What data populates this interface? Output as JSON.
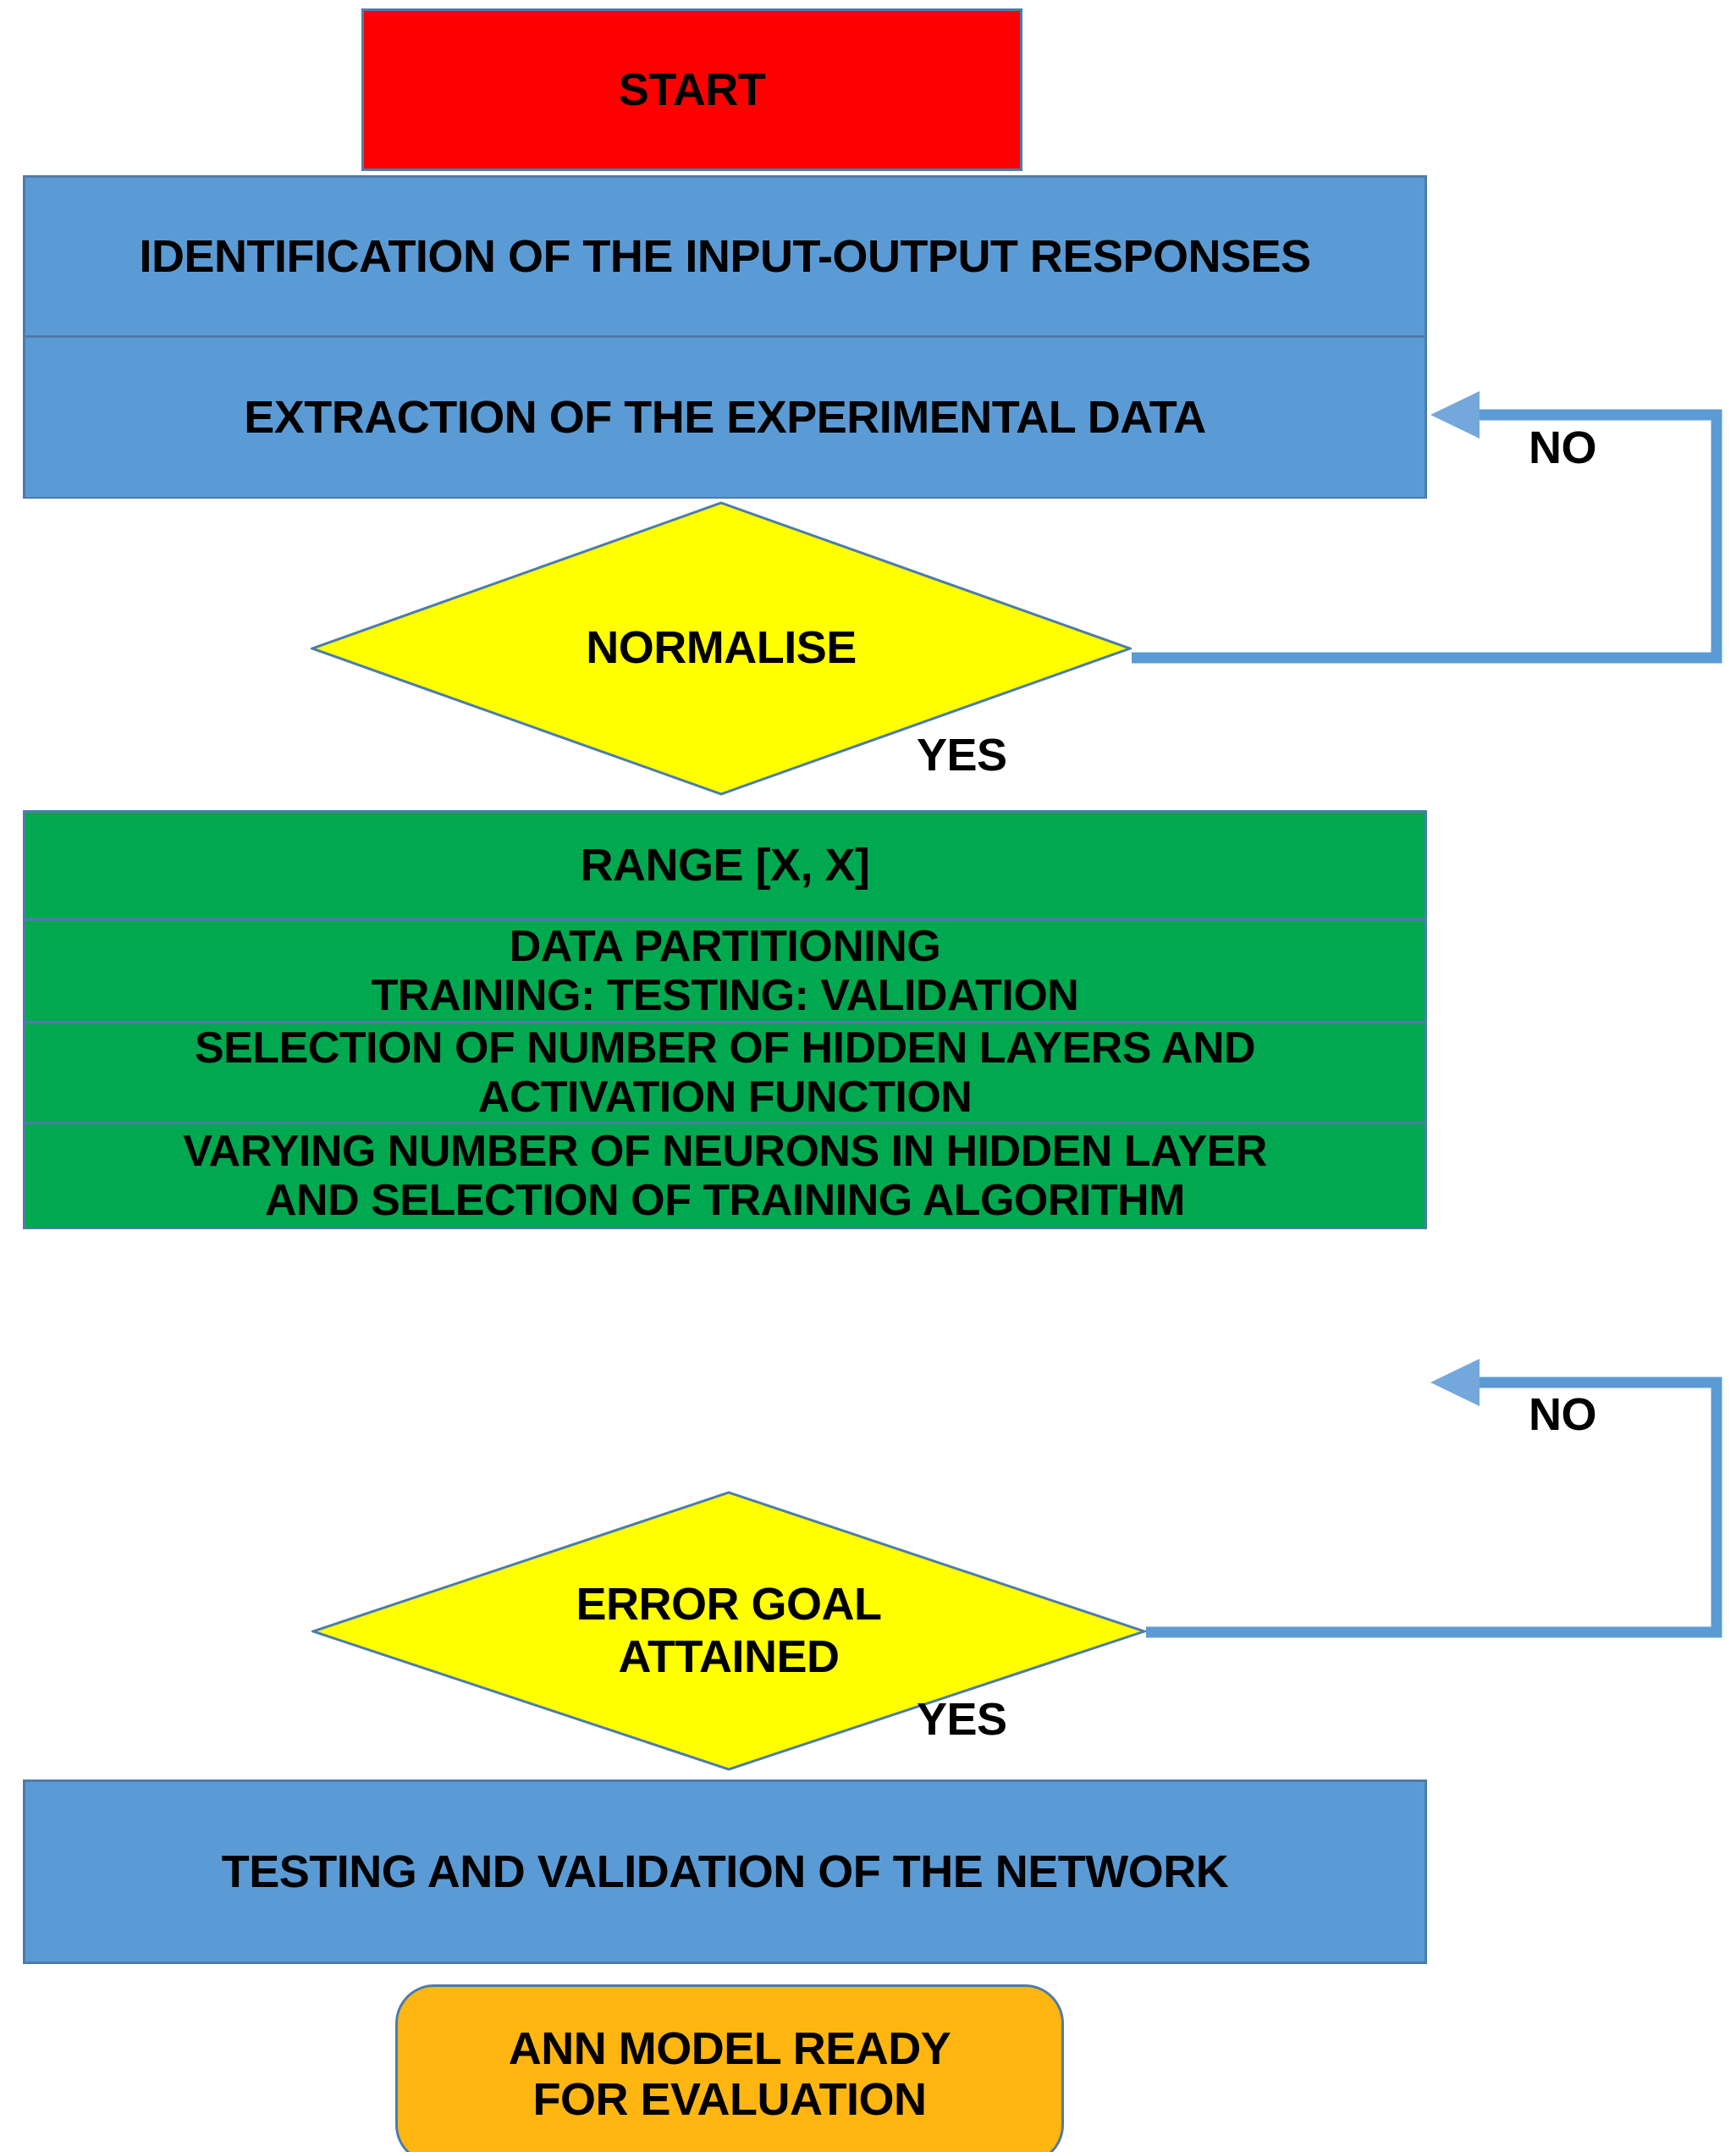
{
  "diagram": {
    "title": "ANN model development flowchart",
    "colors": {
      "start": "#ff0000",
      "process_blue": "#5b9bd5",
      "process_green": "#00a94f",
      "decision_yellow": "#ffff00",
      "terminator_orange": "#ffb611",
      "outline": "#4c7caa",
      "connector": "#5b9bd5",
      "text": "#000000"
    },
    "nodes": [
      {
        "id": "start",
        "shape": "rectangle",
        "fill": "start",
        "label": "START"
      },
      {
        "id": "identification",
        "shape": "rectangle",
        "fill": "process_blue",
        "label": "IDENTIFICATION OF THE INPUT-OUTPUT RESPONSES"
      },
      {
        "id": "extraction",
        "shape": "rectangle",
        "fill": "process_blue",
        "label": "EXTRACTION OF THE EXPERIMENTAL DATA"
      },
      {
        "id": "normalise",
        "shape": "diamond",
        "fill": "decision_yellow",
        "label": "NORMALISE"
      },
      {
        "id": "range",
        "shape": "rectangle",
        "fill": "process_green",
        "label": "RANGE [X, X]"
      },
      {
        "id": "partitioning",
        "shape": "rectangle",
        "fill": "process_green",
        "label": "DATA PARTITIONING\nTRAINING: TESTING: VALIDATION"
      },
      {
        "id": "hidden_layers",
        "shape": "rectangle",
        "fill": "process_green",
        "label": "SELECTION OF NUMBER OF HIDDEN LAYERS AND\nACTIVATION FUNCTION"
      },
      {
        "id": "neurons",
        "shape": "rectangle",
        "fill": "process_green",
        "label": "VARYING NUMBER OF NEURONS IN HIDDEN LAYER\nAND SELECTION OF TRAINING ALGORITHM"
      },
      {
        "id": "error_goal",
        "shape": "diamond",
        "fill": "decision_yellow",
        "label": "ERROR GOAL\nATTAINED"
      },
      {
        "id": "testing",
        "shape": "rectangle",
        "fill": "process_blue",
        "label": "TESTING AND VALIDATION OF THE NETWORK"
      },
      {
        "id": "ann_ready",
        "shape": "rounded",
        "fill": "terminator_orange",
        "label": "ANN MODEL READY\nFOR EVALUATION"
      }
    ],
    "edge_labels": {
      "normalise_no": "NO",
      "normalise_yes": "YES",
      "error_goal_no": "NO",
      "error_goal_yes": "YES"
    }
  }
}
